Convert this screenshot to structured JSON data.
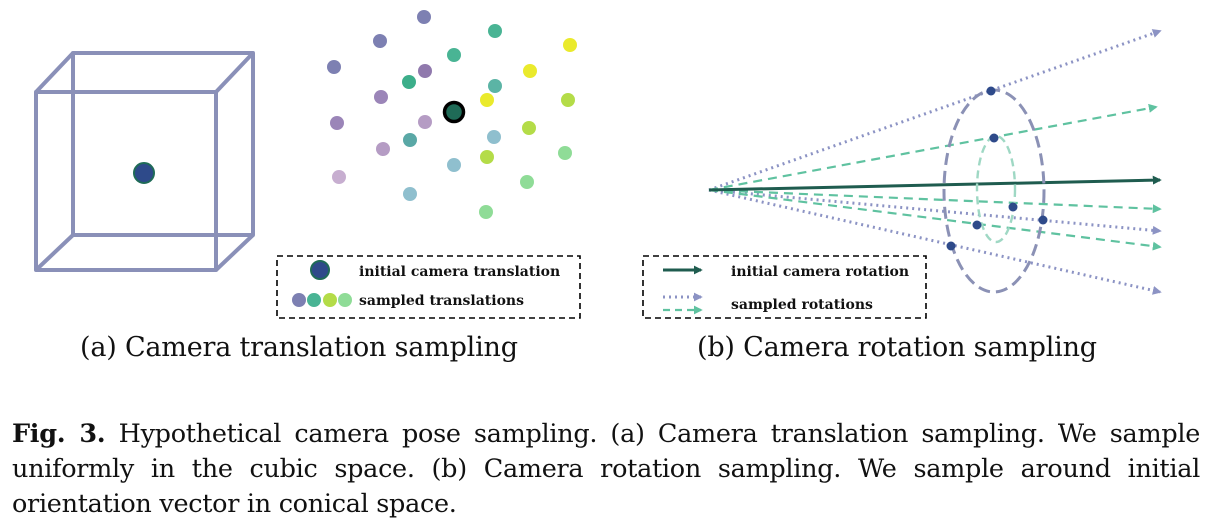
{
  "panel_a": {
    "legend": {
      "initial": "initial camera translation",
      "sampled": "sampled translations"
    },
    "subcaption": "(a) Camera translation sampling"
  },
  "panel_b": {
    "legend": {
      "initial": "initial camera rotation",
      "sampled": "sampled rotations"
    },
    "subcaption": "(b) Camera rotation sampling"
  },
  "caption": {
    "label": "Fig. 3.",
    "text": "Hypothetical camera pose sampling. (a) Camera translation sampling. We sample uniformly in the cubic space. (b) Camera rotation sampling. We sample around initial orientation vector in conical space."
  },
  "colors": {
    "cube": "#8a90b8",
    "initial_dot": "#2e4a8a",
    "initial_ring": "#1f6b57",
    "initial_arrow": "#1f5c4f",
    "sampled_dotted": "#8c93c4",
    "sampled_dashed": "#5fc2a0",
    "ellipse": "#8b91b5"
  }
}
